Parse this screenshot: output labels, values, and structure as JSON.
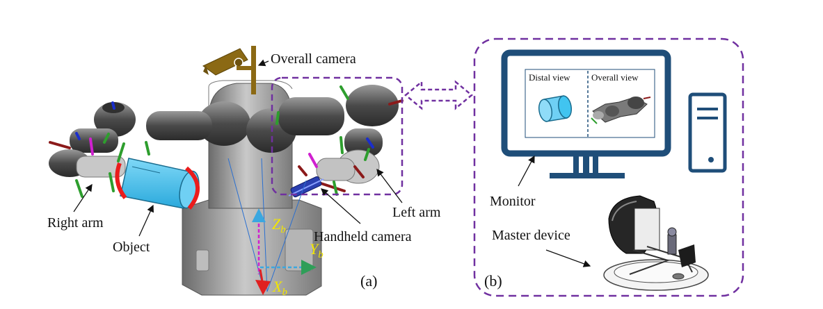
{
  "labels": {
    "overall_camera": "Overall camera",
    "left_arm": "Left arm",
    "right_arm": "Right arm",
    "object": "Object",
    "handheld_camera": "Handheld camera",
    "panel_a": "(a)",
    "panel_b": "(b)",
    "monitor": "Monitor",
    "master_device": "Master device",
    "distal_view": "Distal view",
    "overall_view": "Overall view"
  },
  "axes": {
    "z": "Z",
    "y": "Y",
    "x": "X",
    "sub": "b"
  },
  "colors": {
    "dashed_box": "#7030a0",
    "monitor": "#1f4e79",
    "object": "#41c4f0",
    "robot": "#8c8c8c",
    "camera": "#8b6914",
    "axis_z": "#3aa7e0",
    "axis_y": "#2e9e58",
    "axis_x": "#e02020",
    "axis_text": "#f2e600"
  }
}
